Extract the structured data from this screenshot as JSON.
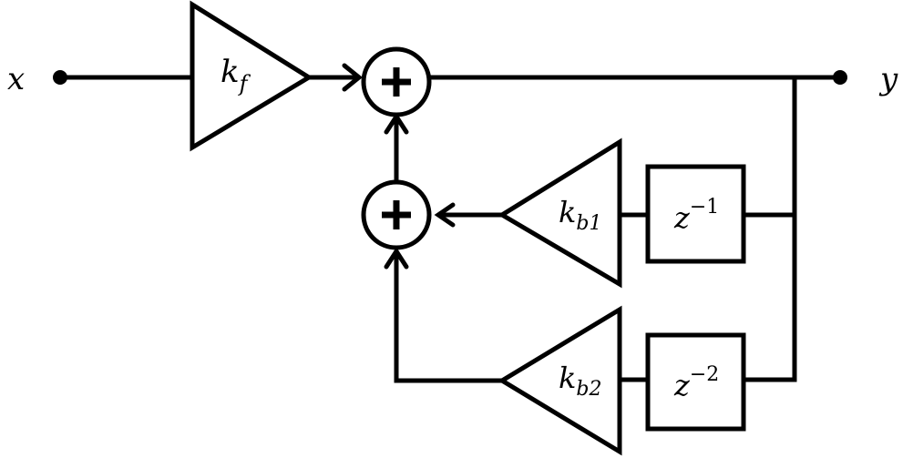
{
  "signals": {
    "input": "x",
    "output": "y"
  },
  "gains": {
    "forward": {
      "base": "k",
      "sub": "f"
    },
    "feedback_1": {
      "base": "k",
      "sub": "b1"
    },
    "feedback_2": {
      "base": "k",
      "sub": "b2"
    }
  },
  "delays": {
    "delay_1": {
      "base": "z",
      "sup": "−1"
    },
    "delay_2": {
      "base": "z",
      "sup": "−2"
    }
  },
  "summing_junctions": {
    "main": "+",
    "feedback": "+"
  },
  "colors": {
    "stroke": "#000000",
    "background": "#ffffff"
  }
}
